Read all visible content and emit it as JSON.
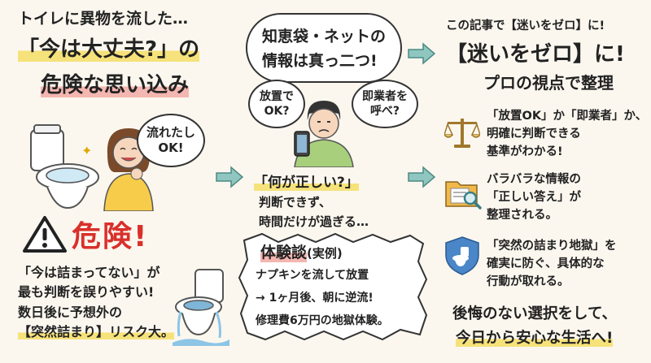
{
  "left": {
    "title_line1": "トイレに異物を流した…",
    "title_line2": "「今は大丈夫?」の",
    "title_line3": "危険な思い込み",
    "bubble": "流れたし\nOK!",
    "danger_label": "危険!",
    "body_line1": "「今は詰まってない」が",
    "body_line2": "最も判断を誤りやすい!",
    "body_line3": "数日後に予想外の",
    "body_line4": "【突然詰まり】リスク大。"
  },
  "middle": {
    "cloud_line1": "知恵袋・ネットの",
    "cloud_line2": "情報は真っ二つ!",
    "bubble_left": "放置で\nOK?",
    "bubble_right": "即業者を\n呼べ?",
    "question_line1": "「何が正しい?」",
    "question_line2": "判断できず、",
    "question_line3": "時間だけが過ぎる…",
    "exp_title": "体験談",
    "exp_sub": "(実例)",
    "exp_line1": "ナプキンを流して放置",
    "exp_line2": "→ 1ヶ月後、朝に逆流!",
    "exp_line3": "修理費6万円の地獄体験。"
  },
  "right": {
    "intro": "この記事で【迷いをゼロ】に!",
    "headline1": "【迷いをゼロ】に!",
    "headline2": "プロの視点で整理",
    "item1_line1": "「放置OK」か「即業者」か、",
    "item1_line2": "明確に判断できる",
    "item1_line3": "基準がわかる!",
    "item2_line1": "バラバラな情報の",
    "item2_line2": "「正しい答え」が",
    "item2_line3": "整理される。",
    "item3_line1": "「突然の詰まり地獄」を",
    "item3_line2": "確実に防ぐ、具体的な",
    "item3_line3": "行動が取れる。",
    "closing_line1": "後悔のない選択をして、",
    "closing_line2": "今日から安心な生活へ!"
  },
  "colors": {
    "background": "#fbf7ef",
    "highlight_yellow": "#f6e27a",
    "highlight_pink": "#f4b6b0",
    "arrow": "#8fc6c0",
    "danger_red": "#d9302b"
  },
  "icons": [
    "toilet-icon",
    "woman-icon",
    "warning-icon",
    "man-with-phone-icon",
    "scale-icon",
    "folder-search-icon",
    "shield-toilet-icon",
    "overflow-toilet-icon",
    "arrow-right-icon"
  ]
}
